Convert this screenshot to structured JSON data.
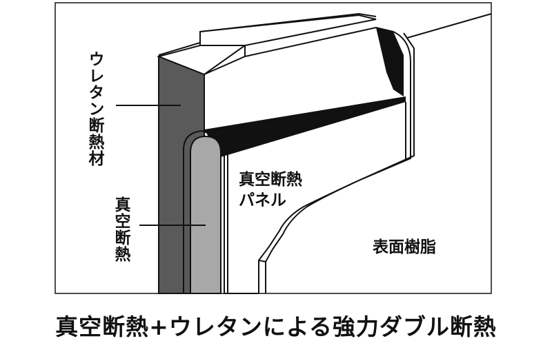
{
  "labels": {
    "urethane": "ウレタン断熱材",
    "vacuum_side": "真空断熱",
    "vacuum_panel_line1": "真空断熱",
    "vacuum_panel_line2": "パネル",
    "surface_resin": "表面樹脂"
  },
  "caption": "真空断熱+ウレタンによる強力ダブル断熱",
  "colors": {
    "urethane_fill": "#5a5a5a",
    "vacuum_fill": "#a8a8a8",
    "outline": "#111111",
    "background": "#ffffff"
  }
}
